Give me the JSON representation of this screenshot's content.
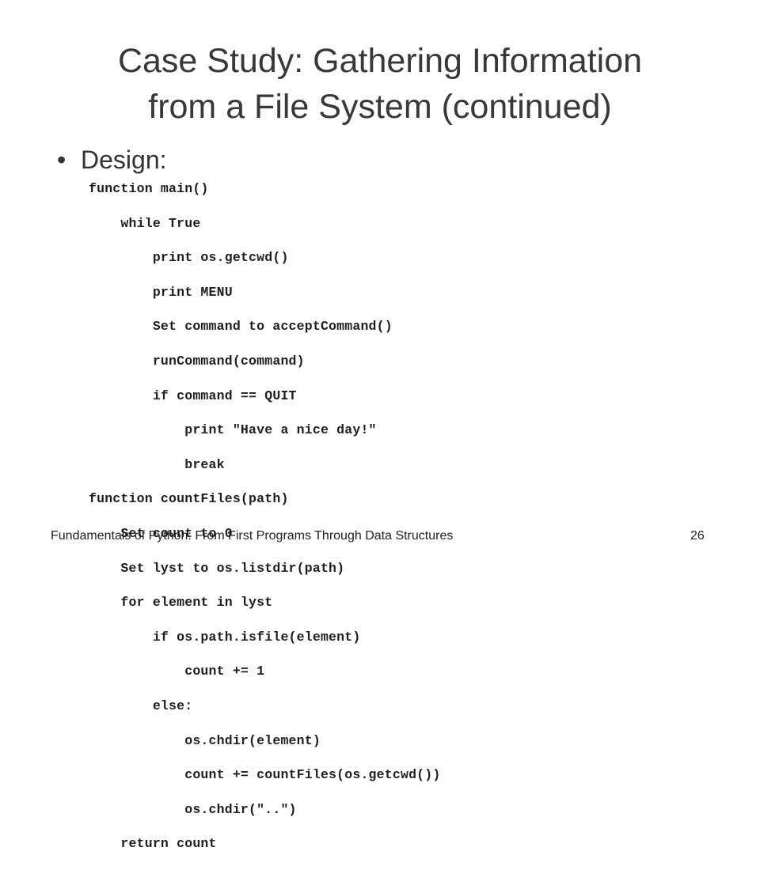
{
  "slide": {
    "title_line1": "Case Study: Gathering Information",
    "title_line2": "from a File System (continued)",
    "bullet_marker": "•",
    "bullet_text": "Design:",
    "code_lines": [
      "function main()",
      "    while True",
      "        print os.getcwd()",
      "        print MENU",
      "        Set command to acceptCommand()",
      "        runCommand(command)",
      "        if command == QUIT",
      "            print \"Have a nice day!\"",
      "            break",
      "function countFiles(path)",
      "    Set count to 0",
      "    Set lyst to os.listdir(path)",
      "    for element in lyst",
      "        if os.path.isfile(element)",
      "            count += 1",
      "        else:",
      "            os.chdir(element)",
      "            count += countFiles(os.getcwd())",
      "            os.chdir(\"..\")",
      "    return count"
    ]
  },
  "footer": {
    "book_title": "Fundamentals of Python: From First Programs Through Data Structures",
    "page_number": "26"
  }
}
